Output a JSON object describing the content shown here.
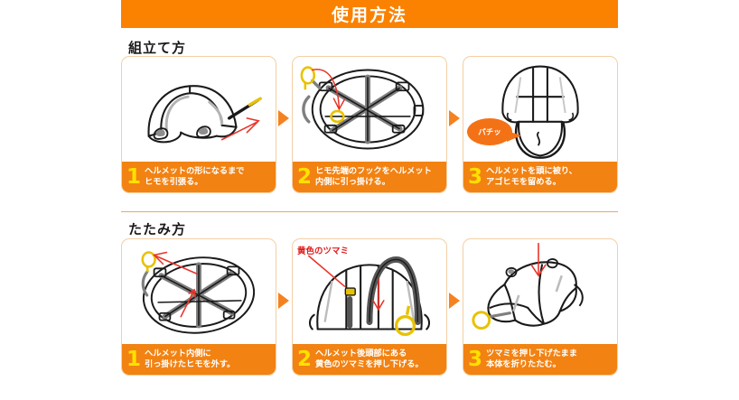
{
  "banner": {
    "title": "使用方法"
  },
  "sections": [
    {
      "id": "assemble",
      "title": "組立て方",
      "steps": [
        {
          "num": "1",
          "lines": [
            "ヘルメットの形になるまで",
            "ヒモを引張る。"
          ],
          "art": "helmet-side-pull-cord"
        },
        {
          "num": "2",
          "lines": [
            "ヒモ先端のフックをヘルメット",
            "内側に引っ掛ける。"
          ],
          "art": "helmet-interior-hook"
        },
        {
          "num": "3",
          "lines": [
            "ヘルメットを頭に被り、",
            "アゴヒモを留める。"
          ],
          "art": "helmet-worn-front",
          "annotation": {
            "type": "bubble",
            "text": "パチッ"
          }
        }
      ]
    },
    {
      "id": "fold",
      "title": "たたみ方",
      "steps": [
        {
          "num": "1",
          "lines": [
            "ヘルメット内側に",
            "引っ掛けたヒモを外す。"
          ],
          "art": "helmet-interior-unhook"
        },
        {
          "num": "2",
          "lines": [
            "ヘルメット後頭部にある",
            "黄色のツマミを押し下げる。"
          ],
          "art": "helmet-rear-knob",
          "annotation": {
            "type": "red-label",
            "text": "黄色のツマミ"
          }
        },
        {
          "num": "3",
          "lines": [
            "ツマミを押し下げたまま",
            "本体を折りたたむ。"
          ],
          "art": "helmet-folded"
        }
      ]
    }
  ],
  "colors": {
    "banner_bg": "#fb8100",
    "caption_bg": "#f28212",
    "number": "#ffe000",
    "panel_border": "#f4cfa5",
    "arrow": "#f58220",
    "annotation_red": "#e01b1b",
    "bubble_bg": "#f47216",
    "divider": "#f0a85a",
    "yellow_part": "#f5c400"
  }
}
